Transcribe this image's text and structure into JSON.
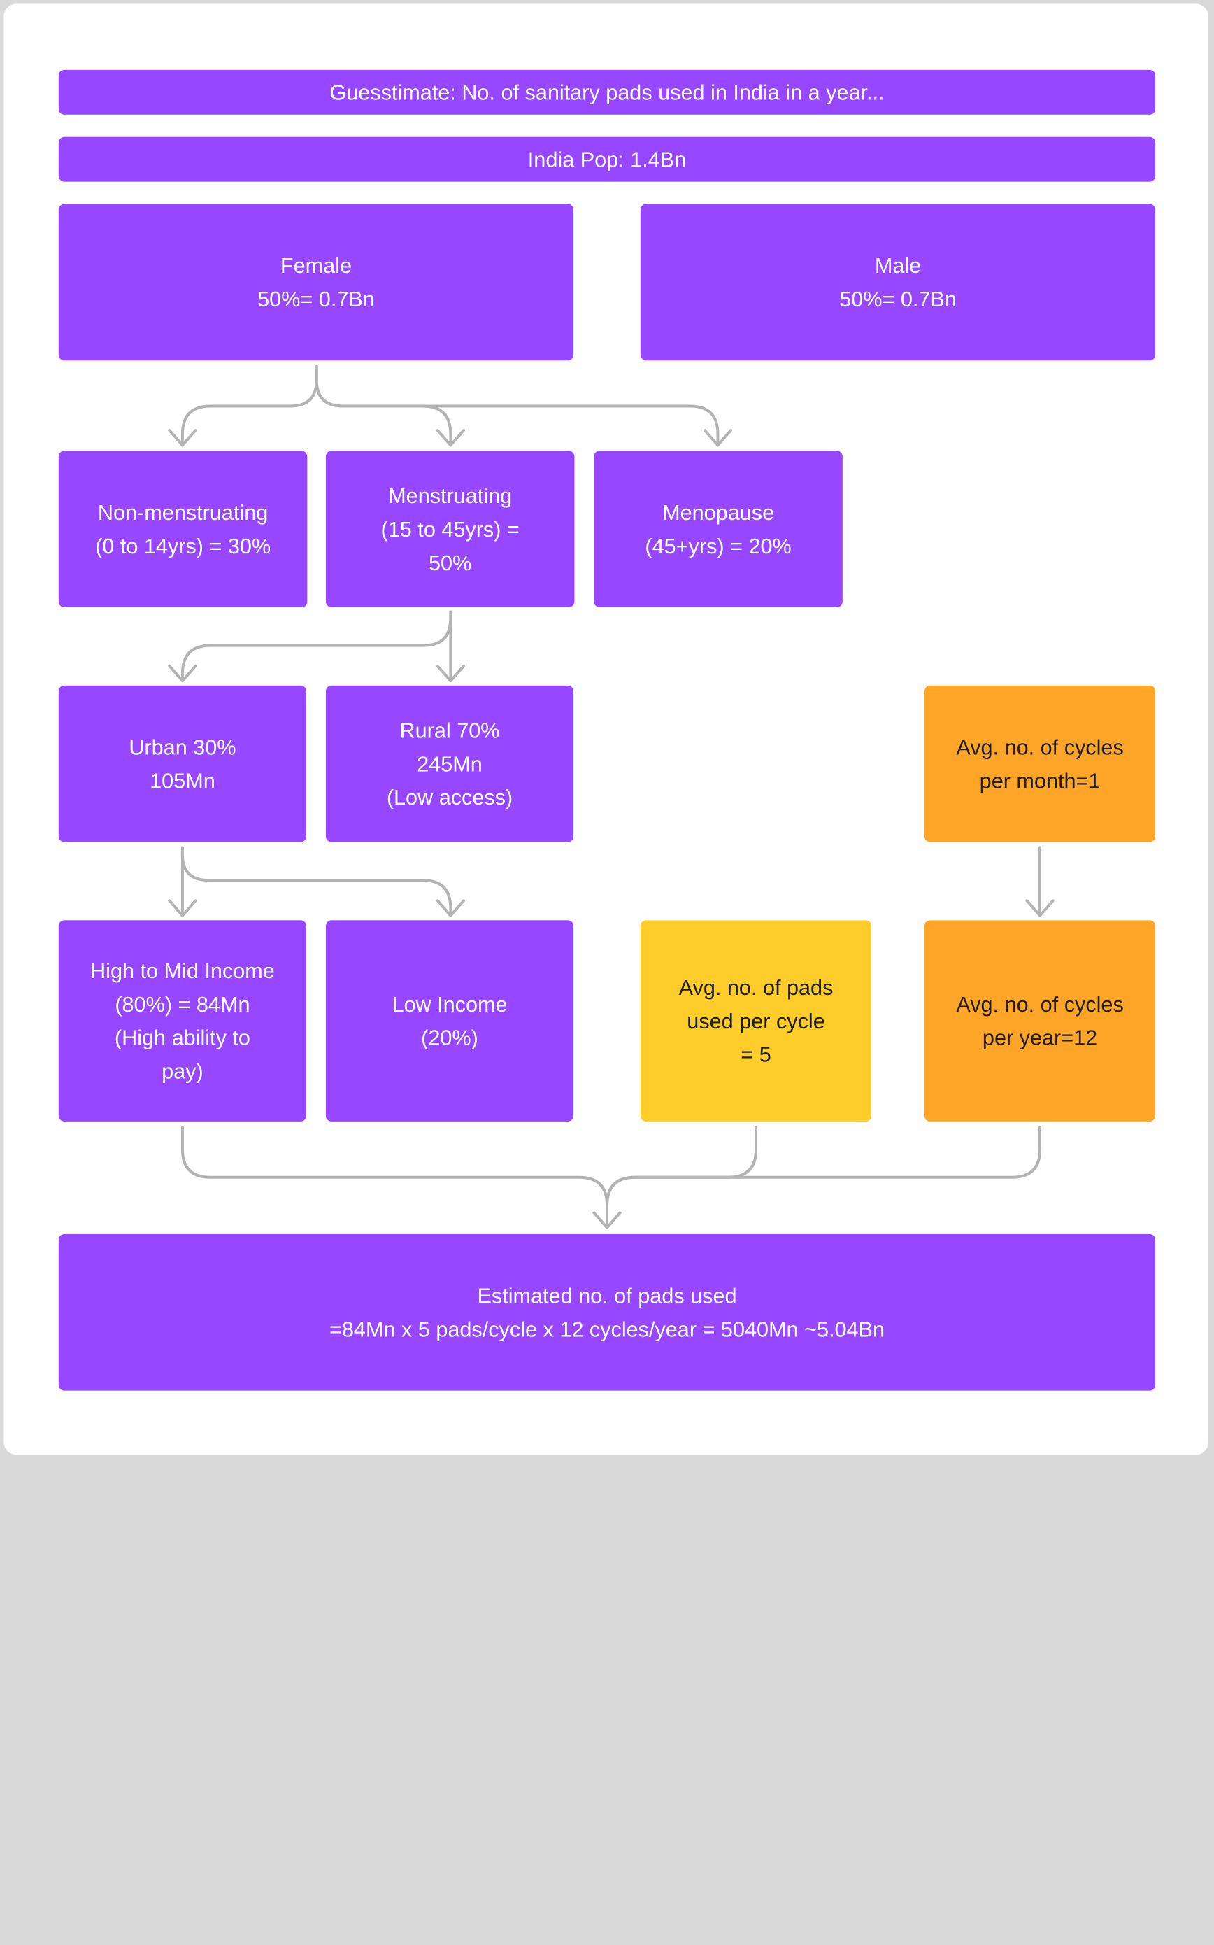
{
  "title": "Guesstimate: No. of sanitary pads used in India in a year...",
  "population": "India Pop: 1.4Bn",
  "female": "Female\n50%= 0.7Bn",
  "male": "Male\n50%= 0.7Bn",
  "non_menstruating": "Non-menstruating\n(0 to 14yrs) = 30%",
  "menstruating": "Menstruating\n(15 to 45yrs) =\n50%",
  "menopause": "Menopause\n(45+yrs) = 20%",
  "urban": "Urban 30%\n105Mn",
  "rural": "Rural 70%\n245Mn\n(Low access)",
  "cycles_per_month": "Avg. no. of cycles\nper month=1",
  "high_mid_income": "High to Mid Income\n(80%) = 84Mn\n(High ability to\npay)",
  "low_income": "Low Income\n(20%)",
  "pads_per_cycle": "Avg. no. of pads\nused per cycle\n= 5",
  "cycles_per_year": "Avg. no. of cycles\nper year=12",
  "result": "Estimated no. of pads used\n=84Mn x 5 pads/cycle x 12 cycles/year = 5040Mn ~5.04Bn",
  "colors": {
    "purple": "#9747ff",
    "orange": "#ffa629",
    "yellow": "#ffcd29",
    "connector": "#b3b3b3"
  }
}
